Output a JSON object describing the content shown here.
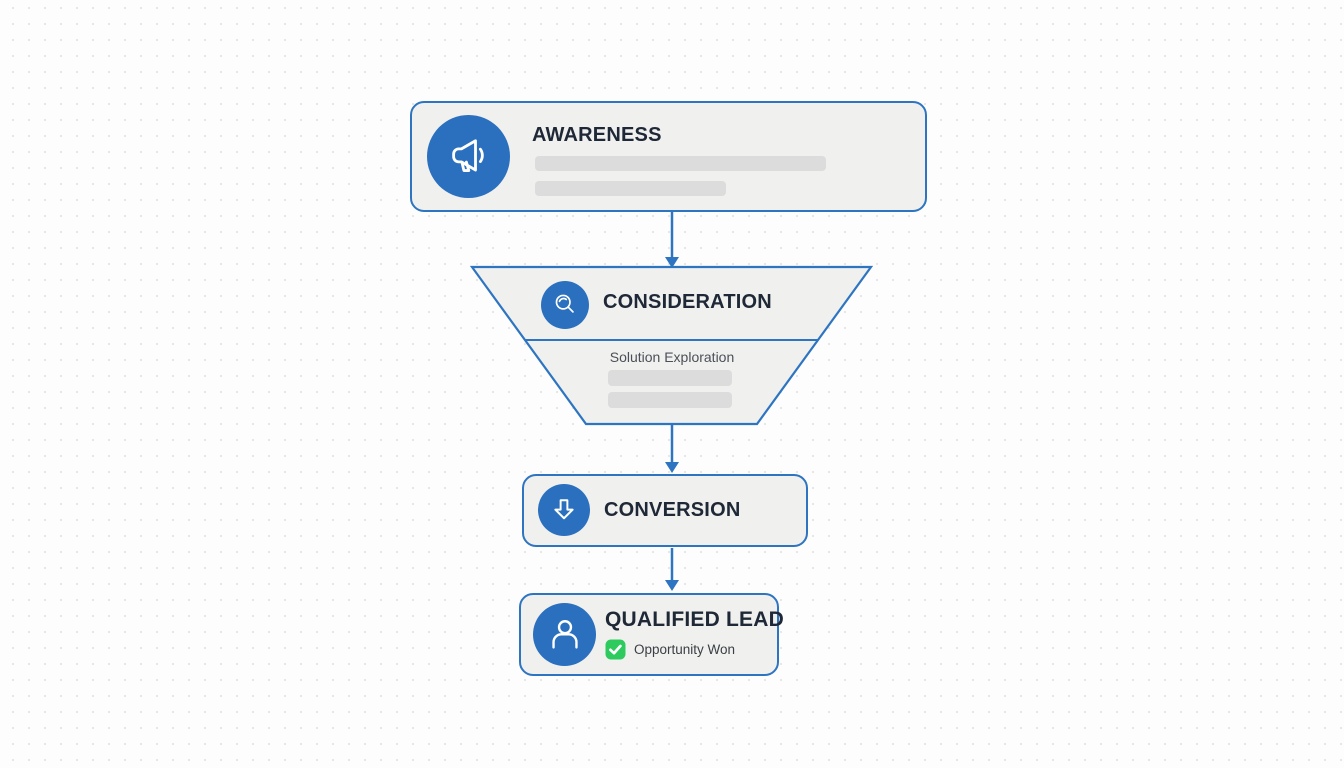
{
  "diagram": {
    "type": "marketing-funnel",
    "stages": [
      {
        "id": "awareness",
        "label": "AWARENESS",
        "icon": "megaphone-icon",
        "placeholder_bars": 2
      },
      {
        "id": "consideration",
        "label": "CONSIDERATION",
        "icon": "search-icon",
        "sublabel": "Solution Exploration",
        "placeholder_bars": 2,
        "shape": "trapezoid"
      },
      {
        "id": "conversion",
        "label": "CONVERSION",
        "icon": "arrow-down-icon"
      },
      {
        "id": "qualified-lead",
        "label": "QUALIFIED LEAD",
        "icon": "person-icon",
        "status_icon": "check-icon",
        "status_label": "Opportunity Won"
      }
    ],
    "connectors": 3,
    "colors": {
      "accent_blue": "#2e75c1",
      "icon_circle_blue": "#2b70be",
      "box_fill": "#f0f0ef",
      "skeleton_bar": "#dcdcdc",
      "title_text": "#1e2836",
      "sublabel_text": "#4b5058",
      "check_green": "#2dcb5e",
      "dot_grid": "#e7e7e7",
      "background": "#fdfdfd"
    }
  }
}
